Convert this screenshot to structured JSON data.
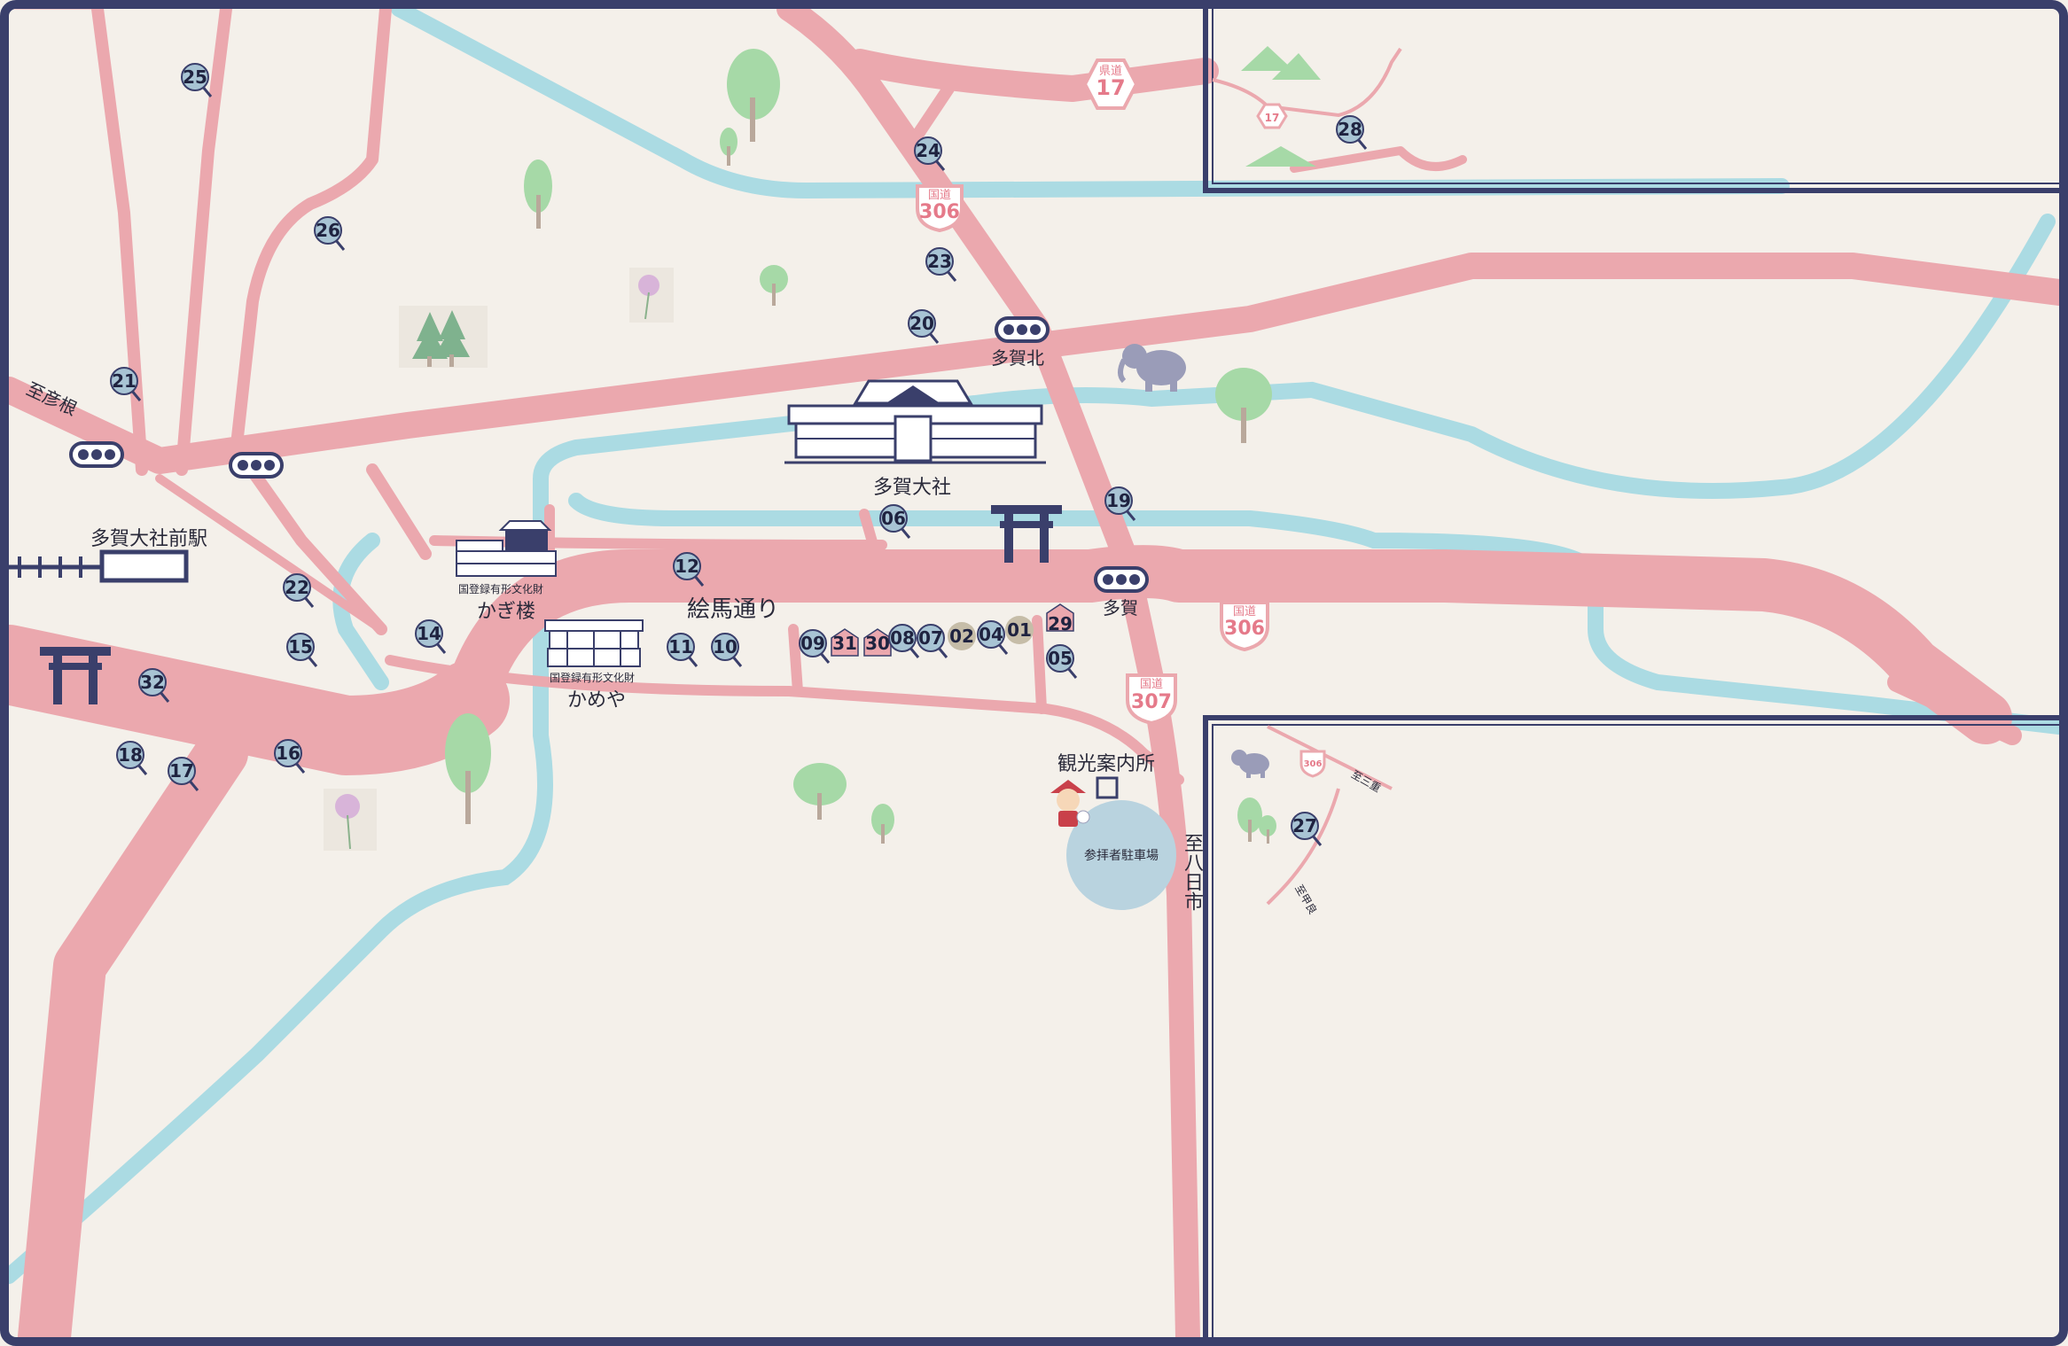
{
  "labels": {
    "station": "多賀大社前駅",
    "shrine": "多賀大社",
    "main_street": "絵馬通り",
    "kagiro_heritage": "国登録有形文化財",
    "kagiro": "かぎ楼",
    "kameya_heritage": "国登録有形文化財",
    "kameya": "かめや",
    "tourist_info": "観光案内所",
    "parking": "参拝者駐車場",
    "to_hikone": "至彦根",
    "to_yokaichi": "至八日市",
    "to_mie": "至三重",
    "to_kora": "至甲良"
  },
  "intersections": {
    "taga_kita": "多賀北",
    "taga": "多賀"
  },
  "routes": {
    "prefectural_label": "県道",
    "national_label": "国道",
    "r17": "17",
    "r306": "306",
    "r307": "307"
  },
  "spots": [
    "01",
    "02",
    "04",
    "05",
    "06",
    "07",
    "08",
    "09",
    "10",
    "11",
    "12",
    "14",
    "15",
    "16",
    "17",
    "18",
    "19",
    "20",
    "21",
    "22",
    "23",
    "24",
    "25",
    "26",
    "27",
    "28",
    "29",
    "30",
    "31",
    "32"
  ],
  "colors": {
    "road": "#eba8ae",
    "river": "#abdbe3",
    "navy": "#3a3f6b",
    "background": "#f4f0ea",
    "pin": "#a8c4d4",
    "tree": "#a6d9a7",
    "pond": "#b9d3df"
  }
}
